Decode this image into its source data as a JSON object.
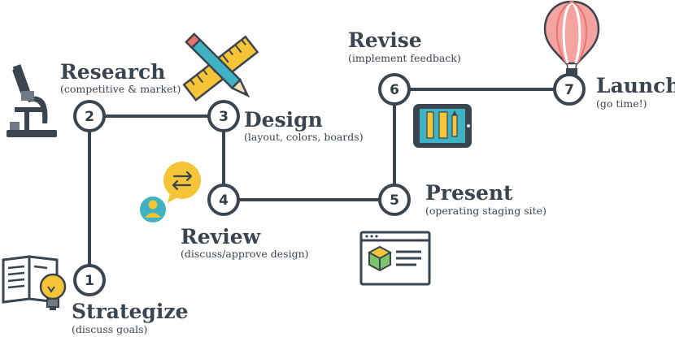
{
  "colors": {
    "line": "#3b4550",
    "node_fill": "#ffffff",
    "yellow": "#f5c437",
    "teal": "#3fb2c4",
    "green": "#7cc36a",
    "red": "#e8736f",
    "gray_light": "#ebeef0"
  },
  "steps": [
    {
      "number": "1",
      "title": "Strategize",
      "subtitle": "(discuss goals)",
      "icon": "book-lightbulb-icon"
    },
    {
      "number": "2",
      "title": "Research",
      "subtitle": "(competitive & market)",
      "icon": "microscope-icon"
    },
    {
      "number": "3",
      "title": "Design",
      "subtitle": "(layout, colors, boards)",
      "icon": "pencil-ruler-icon"
    },
    {
      "number": "4",
      "title": "Review",
      "subtitle": "(discuss/approve design)",
      "icon": "person-chat-icon"
    },
    {
      "number": "5",
      "title": "Present",
      "subtitle": "(operating staging site)",
      "icon": "browser-window-icon"
    },
    {
      "number": "6",
      "title": "Revise",
      "subtitle": "(implement feedback)",
      "icon": "tablet-tools-icon"
    },
    {
      "number": "7",
      "title": "Launch",
      "subtitle": "(go time!)",
      "icon": "hot-air-balloon-icon"
    }
  ]
}
